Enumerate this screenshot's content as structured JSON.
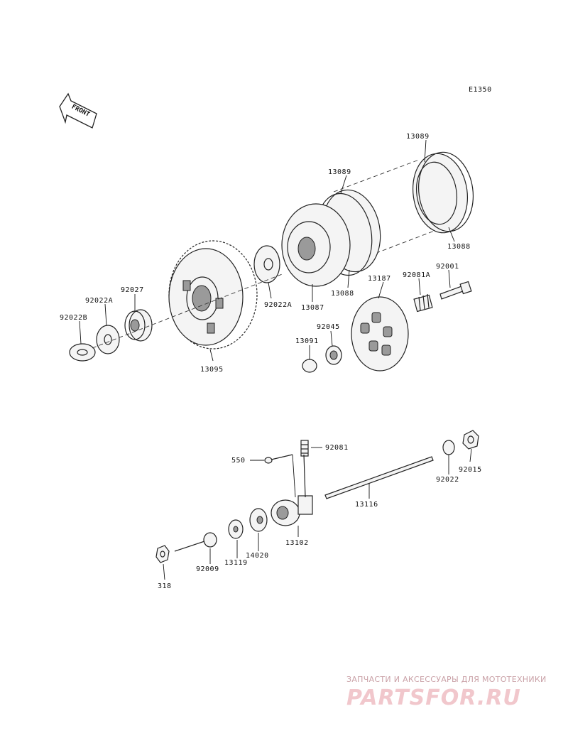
{
  "diagram_code": "E1350",
  "front_arrow_label": "FRONT",
  "labels": {
    "p13089_top": "13089",
    "p13089_mid": "13089",
    "p13088_right": "13088",
    "p13088_mid": "13088",
    "p92001": "92001",
    "p92081A": "92081A",
    "p13187": "13187",
    "p92027": "92027",
    "p92022A_left": "92022A",
    "p92022B": "92022B",
    "p92022A_mid": "92022A",
    "p13087": "13087",
    "p92045": "92045",
    "p13091": "13091",
    "p13095": "13095",
    "p550": "550",
    "p92081": "92081",
    "p92022_right": "92022",
    "p92015": "92015",
    "p13116": "13116",
    "p13102": "13102",
    "p14020": "14020",
    "p13119": "13119",
    "p92009": "92009",
    "p318": "318"
  },
  "watermark": {
    "subtitle": "ЗАПЧАСТИ И АКСЕССУАРЫ ДЛЯ МОТОТЕХНИКИ",
    "logo": "PARTSFOR.RU"
  }
}
